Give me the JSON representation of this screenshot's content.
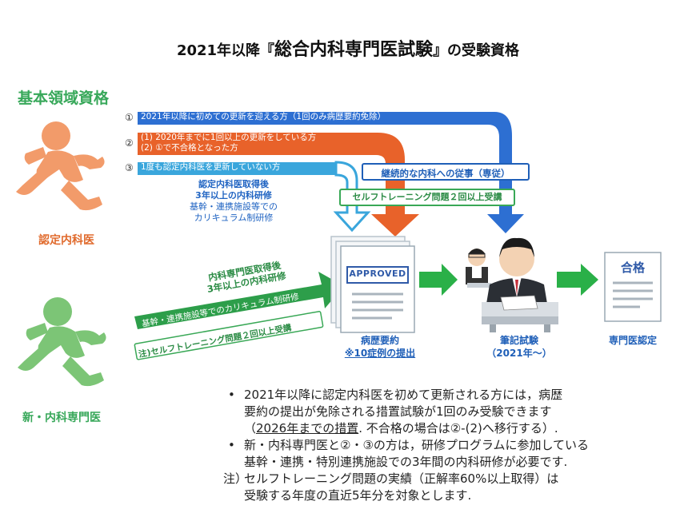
{
  "title": {
    "prefix": "2021年以降『",
    "main": "総合内科専門医試験",
    "suffix": "』の受験資格"
  },
  "qualification_label": "基本領域資格",
  "person_labels": {
    "orange": "認定内科医",
    "green": "新・内科専門医"
  },
  "routes": [
    {
      "num": "①",
      "lines": [
        "2021年以降に初めての更新を迎える方（1回のみ病歴要約免除）"
      ]
    },
    {
      "num": "②",
      "lines": [
        "(1) 2020年までに1回以上の更新をしている方",
        "(2) ①で不合格となった方"
      ]
    },
    {
      "num": "③",
      "lines": [
        "1度も認定内科医を更新していない方"
      ]
    }
  ],
  "route3_sub": {
    "bold1": "認定内科医取得後",
    "bold2": "3年以上の内科研修",
    "thin1": "基幹・連携施設等での",
    "thin2": "カリキュラム制研修"
  },
  "continuous_practice": "継続的な内科への従事（専従）",
  "self_training": "セルフトレーニング問題２回以上受講",
  "green_route": {
    "line1": "内科専門医取得後",
    "line2": "3年以上の内科研修",
    "line3": "基幹・連携施設等でのカリキュラム制研修",
    "note": "注)セルフトレーニング問題２回以上受講"
  },
  "documents": {
    "stamp": "APPROVED",
    "caption1": "病歴要約",
    "caption2": "※10症例の提出"
  },
  "exam": {
    "caption1": "筆記試験",
    "caption2": "（2021年～）"
  },
  "result": {
    "stamp": "合格",
    "caption": "専門医認定"
  },
  "bullets": {
    "b1_line1": "2021年以降に認定内科医を初めて更新される方には，病歴",
    "b1_line2": "要約の提出が免除される措置試験が1回のみ受験できます",
    "b1_line3_open": "（",
    "b1_line3_under": "2026年までの措置",
    "b1_line3_rest": ".  不合格の場合は②-(2)へ移行する）.",
    "b2_line1": "新・内科専門医と②・③の方は，研修プログラムに参加している",
    "b2_line2": "基幹・連携・特別連携施設での3年間の内科研修が必要です.",
    "note_mark": "注）",
    "note_line1": "セルフトレーニング問題の実績（正解率60%以上取得）は",
    "note_line2": "受験する年度の直近5年分を対象とします."
  },
  "colors": {
    "blue": "#2d6fd2",
    "orange": "#e8622a",
    "light_blue": "#3aa6dc",
    "green": "#39a856"
  }
}
